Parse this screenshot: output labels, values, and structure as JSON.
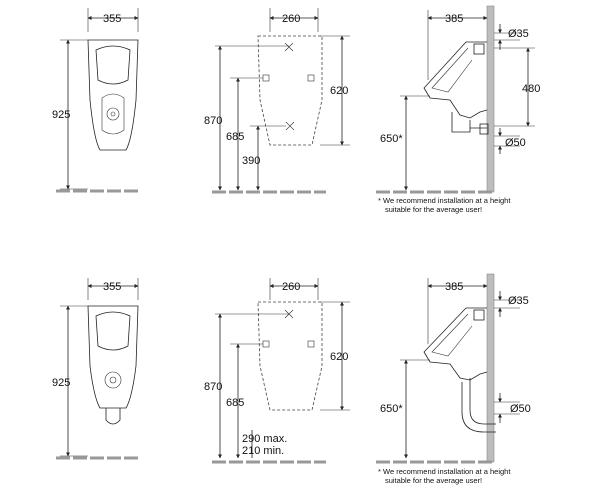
{
  "top": {
    "front": {
      "width": "355",
      "height": "925"
    },
    "mount": {
      "width": "260",
      "h_620": "620",
      "h_870": "870",
      "h_685": "685",
      "h_390": "390"
    },
    "side": {
      "depth": "385",
      "dia_top": "Ø35",
      "spacing": "480",
      "dia_bottom": "Ø50",
      "height": "650*"
    },
    "note_line1": "* We recommend installation at a height",
    "note_line2": "suitable  for the average user!"
  },
  "bottom": {
    "front": {
      "width": "355",
      "height": "925"
    },
    "mount": {
      "width": "260",
      "h_620": "620",
      "h_870": "870",
      "h_685": "685",
      "range_max": "290 max.",
      "range_min": "210 min."
    },
    "side": {
      "depth": "385",
      "dia_top": "Ø35",
      "dia_bottom": "Ø50",
      "height": "650*"
    },
    "note_line1": "* We recommend installation at a height",
    "note_line2": "suitable  for the average user!"
  }
}
